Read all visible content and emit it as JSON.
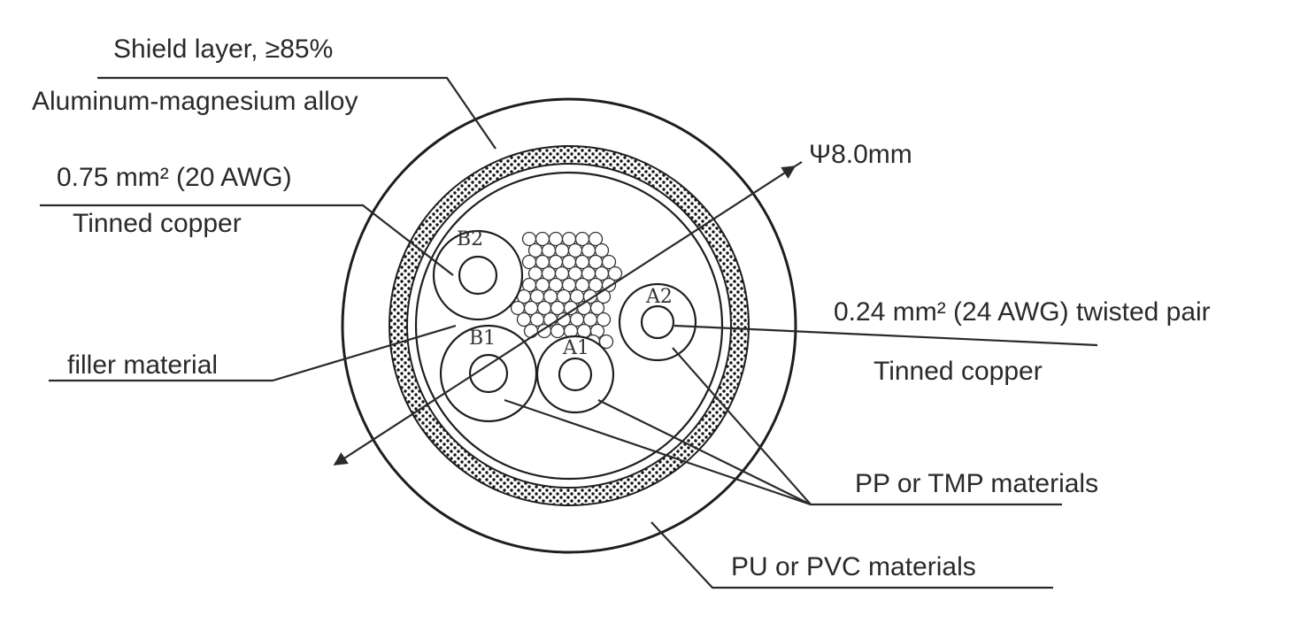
{
  "labels": {
    "shield_layer": "Shield layer,  ≥85%",
    "shield_material": "Aluminum-magnesium alloy",
    "diameter": "Ψ8.0mm",
    "power_conductor_size": "0.75 mm² (20 AWG)",
    "power_conductor_material": "Tinned copper",
    "filler": "filler material",
    "signal_conductor_size": "0.24 mm² (24 AWG) twisted pair",
    "signal_conductor_material": "Tinned copper",
    "insulation": "PP or TMP materials",
    "jacket": "PU or PVC materials"
  },
  "cores": {
    "b2": "B2",
    "b1": "B1",
    "a1": "A1",
    "a2": "A2"
  }
}
